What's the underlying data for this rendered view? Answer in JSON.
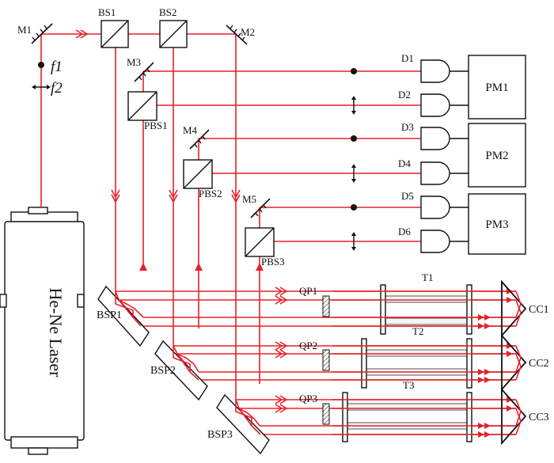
{
  "labels": {
    "M1": "M1",
    "M2": "M2",
    "M3": "M3",
    "M4": "M4",
    "M5": "M5",
    "BS1": "BS1",
    "BS2": "BS2",
    "PBS1": "PBS1",
    "PBS2": "PBS2",
    "PBS3": "PBS3",
    "f1": "f1",
    "f2": "f2",
    "laser": "He-Ne Laser",
    "D1": "D1",
    "D2": "D2",
    "D3": "D3",
    "D4": "D4",
    "D5": "D5",
    "D6": "D6",
    "PM1": "PM1",
    "PM2": "PM2",
    "PM3": "PM3",
    "QP1": "QP1",
    "QP2": "QP2",
    "QP3": "QP3",
    "T1": "T1",
    "T2": "T2",
    "T3": "T3",
    "CC1": "CC1",
    "CC2": "CC2",
    "CC3": "CC3",
    "BSP1": "BSP1",
    "BSP2": "BSP2",
    "BSP3": "BSP3"
  },
  "colors": {
    "beam": "#e8202a",
    "ink": "#111111"
  }
}
